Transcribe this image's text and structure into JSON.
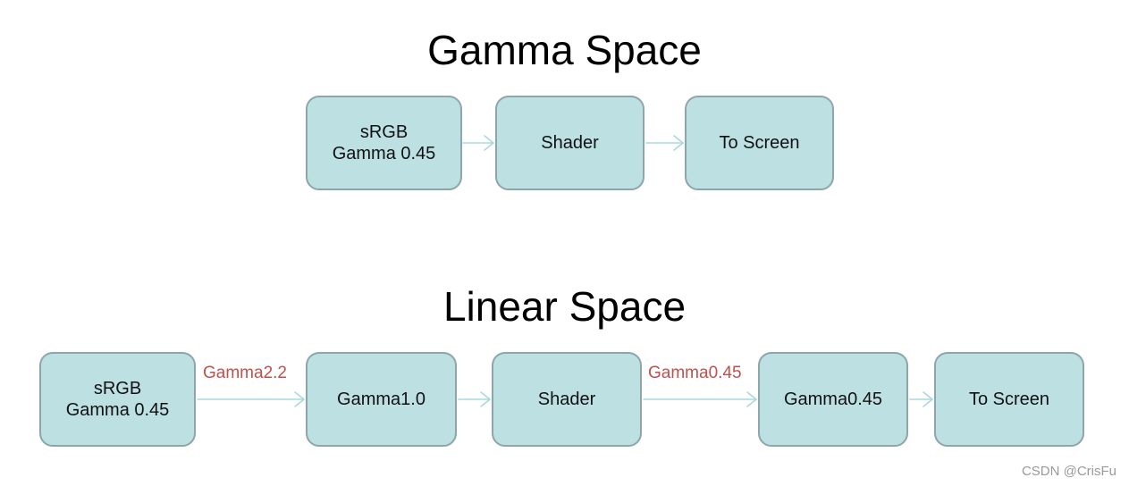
{
  "gamma_space": {
    "title": "Gamma Space",
    "nodes": [
      {
        "line1": "sRGB",
        "line2": "Gamma 0.45"
      },
      {
        "line1": "Shader",
        "line2": ""
      },
      {
        "line1": "To Screen",
        "line2": ""
      }
    ]
  },
  "linear_space": {
    "title": "Linear Space",
    "nodes": [
      {
        "line1": "sRGB",
        "line2": "Gamma 0.45"
      },
      {
        "line1": "Gamma1.0",
        "line2": ""
      },
      {
        "line1": "Shader",
        "line2": ""
      },
      {
        "line1": "Gamma0.45",
        "line2": ""
      },
      {
        "line1": "To Screen",
        "line2": ""
      }
    ],
    "edge_labels": [
      "Gamma2.2",
      "Gamma0.45"
    ]
  },
  "colors": {
    "box_fill": "#bde0e3",
    "box_border": "#8ea5aa",
    "arrow": "#a9d8dd",
    "edge_label": "#c0504d",
    "watermark": "#9a9a9a"
  },
  "watermark": "CSDN @CrisFu"
}
